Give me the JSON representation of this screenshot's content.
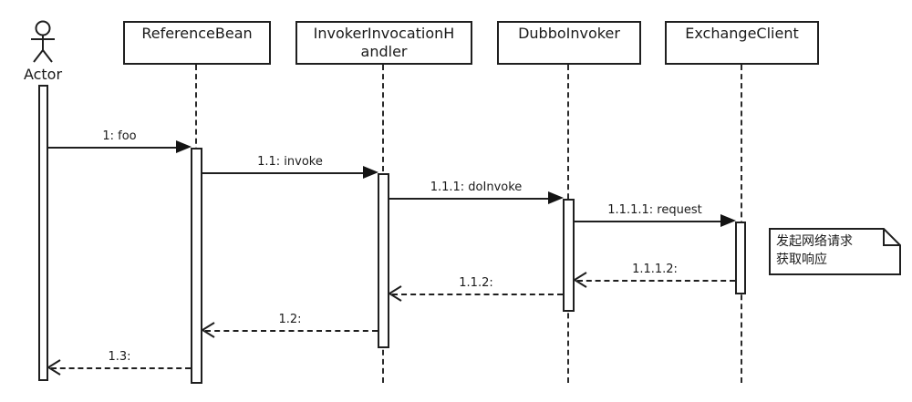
{
  "diagram": {
    "type": "uml-sequence-diagram",
    "actor": {
      "label": "Actor"
    },
    "participants": [
      {
        "id": "reference-bean",
        "label": "ReferenceBean"
      },
      {
        "id": "invoker-invocation-handler",
        "label": "InvokerInvocationH\nandler"
      },
      {
        "id": "dubbo-invoker",
        "label": "DubboInvoker"
      },
      {
        "id": "exchange-client",
        "label": "ExchangeClient"
      }
    ],
    "messages": [
      {
        "label": "1: foo",
        "kind": "sync",
        "from": "Actor",
        "to": "ReferenceBean"
      },
      {
        "label": "1.1: invoke",
        "kind": "sync",
        "from": "ReferenceBean",
        "to": "InvokerInvocationHandler"
      },
      {
        "label": "1.1.1: doInvoke",
        "kind": "sync",
        "from": "InvokerInvocationHandler",
        "to": "DubboInvoker"
      },
      {
        "label": "1.1.1.1: request",
        "kind": "sync",
        "from": "DubboInvoker",
        "to": "ExchangeClient"
      },
      {
        "label": "1.1.1.2:",
        "kind": "return",
        "from": "ExchangeClient",
        "to": "DubboInvoker"
      },
      {
        "label": "1.1.2:",
        "kind": "return",
        "from": "DubboInvoker",
        "to": "InvokerInvocationHandler"
      },
      {
        "label": "1.2:",
        "kind": "return",
        "from": "InvokerInvocationHandler",
        "to": "ReferenceBean"
      },
      {
        "label": "1.3:",
        "kind": "return",
        "from": "ReferenceBean",
        "to": "Actor"
      }
    ],
    "note": {
      "text": "发起网络请求\n获取响应"
    },
    "colors": {
      "line": "#1f1f1f",
      "background": "#ffffff",
      "arrow_fill": "#141414"
    }
  }
}
